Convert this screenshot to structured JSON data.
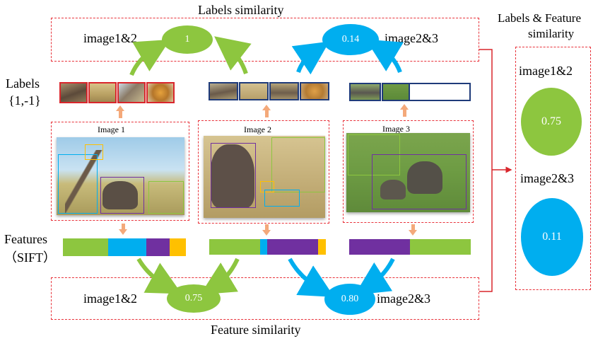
{
  "labels_similarity": {
    "title": "Labels similarity",
    "pair_12": "image1&2",
    "value_12": "1",
    "pair_23": "image2&3",
    "value_23": "0.14"
  },
  "combined_similarity": {
    "title_line1": "Labels & Feature",
    "title_line2": "similarity",
    "pair_12": "image1&2",
    "value_12": "0.75",
    "pair_23": "image2&3",
    "value_23": "0.11"
  },
  "labels_row": {
    "label": "Labels",
    "values": "{1,-1}"
  },
  "images": [
    {
      "title": "Image 1"
    },
    {
      "title": "Image 2"
    },
    {
      "title": "Image 3"
    }
  ],
  "features_row": {
    "label_line1": "Features",
    "label_line2": "（SIFT）"
  },
  "feature_similarity": {
    "title": "Feature similarity",
    "pair_12": "image1&2",
    "value_12": "0.75",
    "pair_23": "image2&3",
    "value_23": "0.80"
  },
  "colors": {
    "green": "#8dc63f",
    "blue": "#00aeef",
    "purple": "#7030a0",
    "orange": "#ffc000",
    "dash_red": "#e8323a",
    "arrow_salmon": "#f4a97a"
  }
}
